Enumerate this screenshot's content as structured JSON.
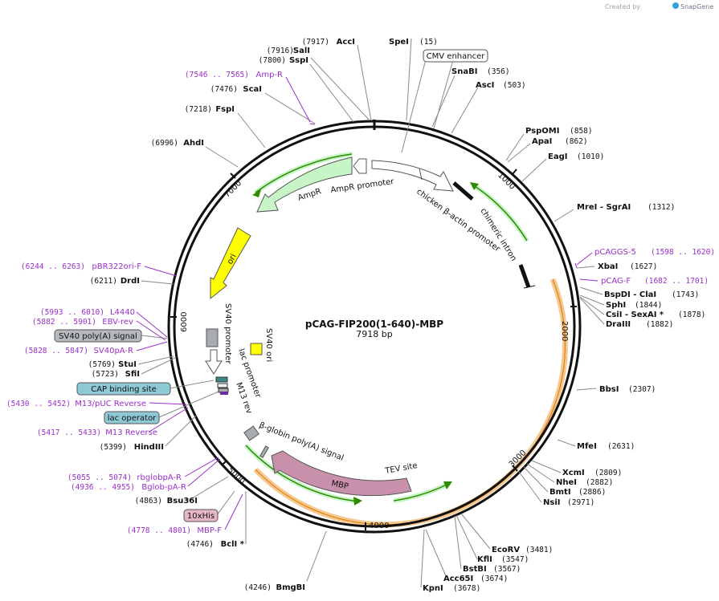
{
  "credit": {
    "created_by": "Created by",
    "brand": "SnapGene"
  },
  "title": "pCAG-FIP200(1-640)-MBP",
  "size": "7918 bp",
  "ticks": [
    "1000",
    "2000",
    "3000",
    "4000",
    "5000",
    "6000",
    "7000"
  ],
  "colors": {
    "backbone": "#111111",
    "lead": "#8a8a8a",
    "primer": "#9b2fc9",
    "ampr": "#c8f5c8",
    "ori": "#ffff00",
    "mbp": "#c990ab",
    "orange_glow": "#f5c080",
    "green_arrow": "#2f8a00"
  },
  "sites_right": [
    {
      "name": "SpeI",
      "pos": "(15)"
    },
    {
      "name": "SnaBI",
      "pos": "(356)"
    },
    {
      "name": "AscI",
      "pos": "(503)"
    },
    {
      "name": "PspOMI",
      "pos": "(858)"
    },
    {
      "name": "ApaI",
      "pos": "(862)"
    },
    {
      "name": "EagI",
      "pos": "(1010)"
    },
    {
      "name": "MreI - SgrAI",
      "pos": "(1312)"
    },
    {
      "name": "XbaI",
      "pos": "(1627)"
    },
    {
      "name": "BspDI - ClaI",
      "pos": "(1743)"
    },
    {
      "name": "SphI",
      "pos": "(1844)"
    },
    {
      "name": "CsiI - SexAI *",
      "pos": "(1878)"
    },
    {
      "name": "DraIII",
      "pos": "(1882)"
    },
    {
      "name": "BbsI",
      "pos": "(2307)"
    },
    {
      "name": "MfeI",
      "pos": "(2631)"
    },
    {
      "name": "XcmI",
      "pos": "(2809)"
    },
    {
      "name": "NheI",
      "pos": "(2882)"
    },
    {
      "name": "BmtI",
      "pos": "(2886)"
    },
    {
      "name": "NsiI",
      "pos": "(2971)"
    },
    {
      "name": "EcoRV",
      "pos": "(3481)"
    },
    {
      "name": "KflI",
      "pos": "(3547)"
    },
    {
      "name": "BstBI",
      "pos": "(3567)"
    },
    {
      "name": "Acc65I",
      "pos": "(3674)"
    },
    {
      "name": "KpnI",
      "pos": "(3678)"
    }
  ],
  "sites_left": [
    {
      "name": "AccI",
      "pos": "(7917)"
    },
    {
      "name": "SalI",
      "pos": "(7916)"
    },
    {
      "name": "SspI",
      "pos": "(7800)"
    },
    {
      "name": "ScaI",
      "pos": "(7476)"
    },
    {
      "name": "FspI",
      "pos": "(7218)"
    },
    {
      "name": "AhdI",
      "pos": "(6996)"
    },
    {
      "name": "DrdI",
      "pos": "(6211)"
    },
    {
      "name": "StuI",
      "pos": "(5769)"
    },
    {
      "name": "SfiI",
      "pos": "(5723)"
    },
    {
      "name": "HindIII",
      "pos": "(5399)"
    },
    {
      "name": "Bsu36I",
      "pos": "(4863)"
    },
    {
      "name": "BclI *",
      "pos": "(4746)"
    },
    {
      "name": "BmgBI",
      "pos": "(4246)"
    }
  ],
  "primers": [
    {
      "name": "Amp-R",
      "range": "(7546 .. 7565)"
    },
    {
      "name": "pCAGGS-5",
      "range": "(1598 .. 1620)"
    },
    {
      "name": "pCAG-F",
      "range": "(1682 .. 1701)"
    },
    {
      "name": "pBR322ori-F",
      "range": "(6244 .. 6263)"
    },
    {
      "name": "L4440",
      "range": "(5993 .. 6010)"
    },
    {
      "name": "EBV-rev",
      "range": "(5882 .. 5901)"
    },
    {
      "name": "SV40pA-R",
      "range": "(5828 .. 5847)"
    },
    {
      "name": "M13/pUC Reverse",
      "range": "(5430 .. 5452)"
    },
    {
      "name": "M13 Reverse",
      "range": "(5417 .. 5433)"
    },
    {
      "name": "rbglobpA-R",
      "range": "(5055 .. 5074)"
    },
    {
      "name": "Bglob-pA-R",
      "range": "(4936 .. 4955)"
    },
    {
      "name": "MBP-F",
      "range": "(4778 .. 4801)"
    }
  ],
  "boxed_features": {
    "cmv": "CMV enhancer",
    "sv40pa": "SV40 poly(A) signal",
    "cap": "CAP binding site",
    "lacop": "lac operator",
    "his": "10xHis"
  },
  "inner_features": {
    "ampr": "AmpR",
    "ampr_promoter": "AmpR promoter",
    "chicken_promoter": "chicken β-actin promoter",
    "chimeric_intron": "chimeric intron",
    "ori": "ori",
    "sv40_promoter": "SV40 promoter",
    "sv40_ori": "SV40 ori",
    "lac_promoter": "lac promoter",
    "m13_rev": "M13 rev",
    "globin": "β-globin poly(A) signal",
    "mbp": "MBP",
    "tev": "TEV site"
  }
}
